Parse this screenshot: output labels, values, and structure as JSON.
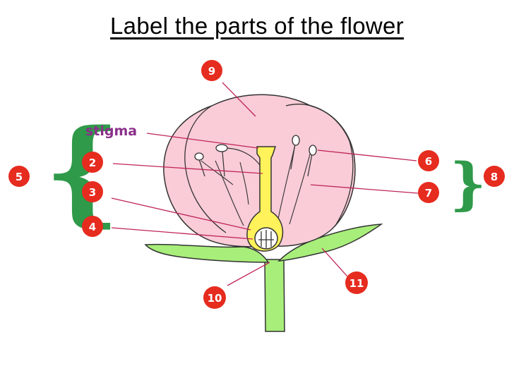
{
  "title": "Label the parts of the flower",
  "colors": {
    "petal": "#f9ccd7",
    "petal_stroke": "#333333",
    "pistil": "#fff25a",
    "stem": "#a8ee7a",
    "badge": "#e62b1f",
    "bracket": "#2f9a4a",
    "stigma_label": "#8a2f8a"
  },
  "labels": {
    "stigma": "stigma",
    "n2": "2",
    "n3": "3",
    "n4": "4",
    "n5": "5",
    "n6": "6",
    "n7": "7",
    "n8": "8",
    "n9": "9",
    "n10": "10",
    "n11": "11"
  }
}
